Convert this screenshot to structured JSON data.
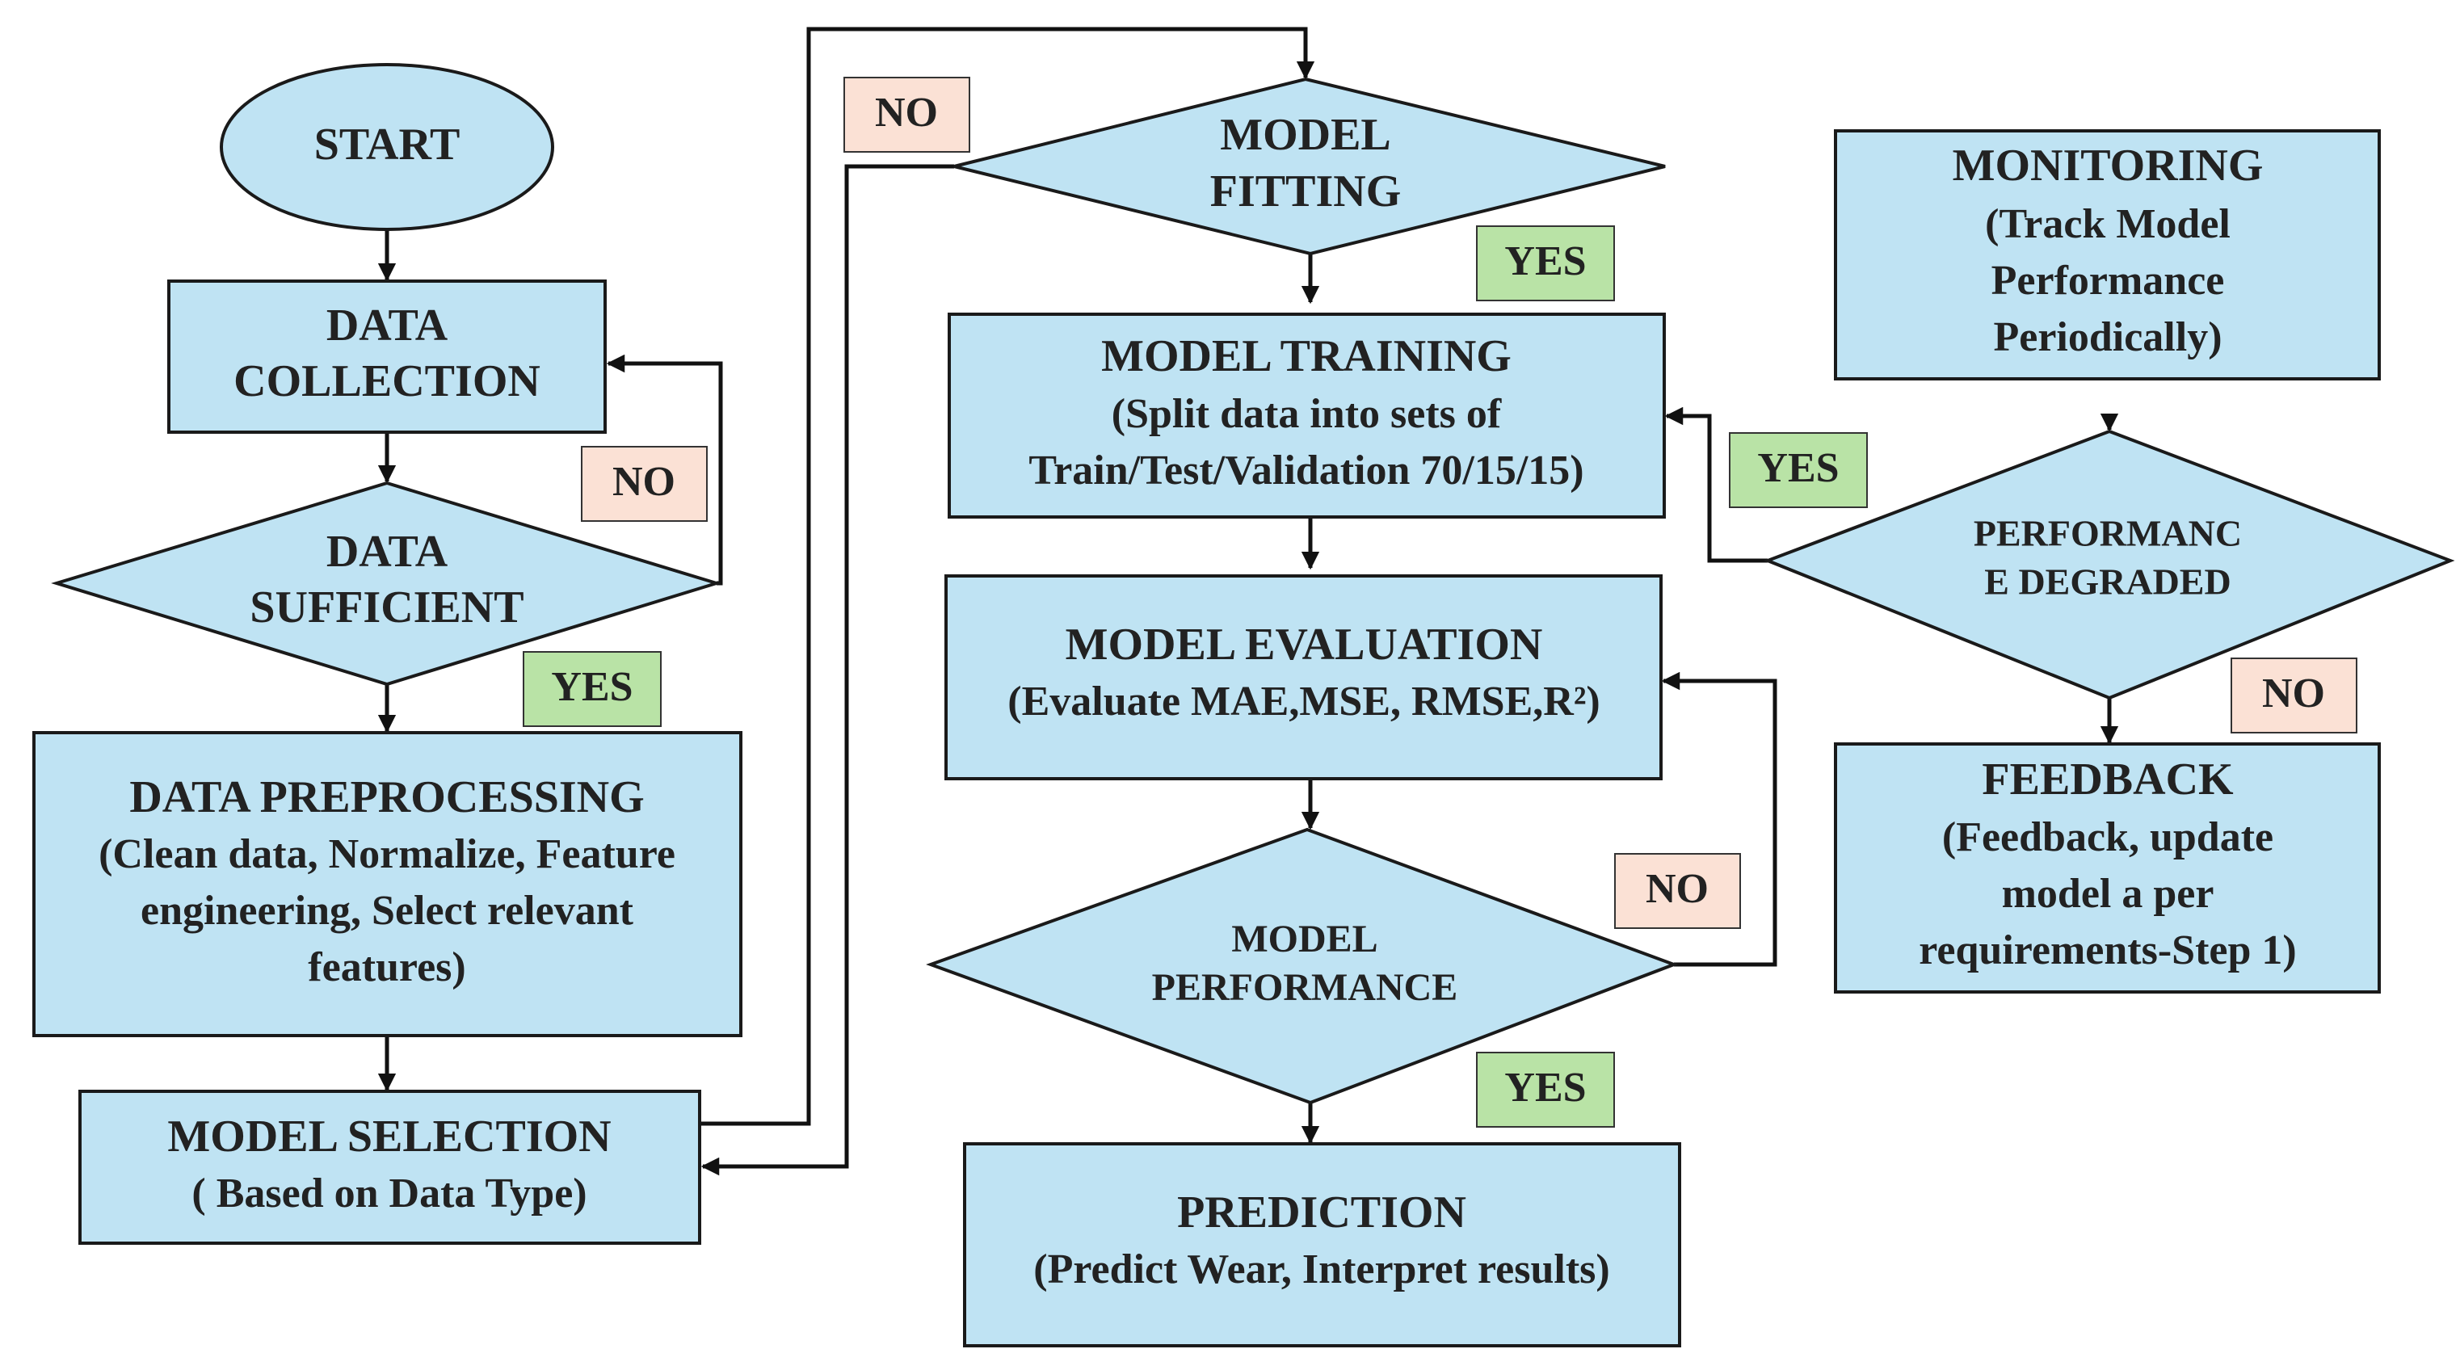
{
  "nodes": {
    "start": {
      "lines": [
        "START"
      ]
    },
    "data_collection": {
      "lines": [
        "DATA",
        "COLLECTION"
      ]
    },
    "data_sufficient": {
      "lines": [
        "DATA",
        "SUFFICIENT"
      ]
    },
    "data_preprocessing": {
      "lines": [
        "DATA PREPROCESSING",
        "(Clean data,  Normalize, Feature",
        "engineering, Select relevant",
        "features)"
      ]
    },
    "model_selection": {
      "lines": [
        "MODEL SELECTION",
        "( Based on Data Type)"
      ]
    },
    "model_fitting": {
      "lines": [
        "MODEL",
        "FITTING"
      ]
    },
    "model_training": {
      "lines": [
        "MODEL TRAINING",
        "(Split data into sets of",
        "Train/Test/Validation 70/15/15)"
      ]
    },
    "model_evaluation": {
      "lines": [
        "MODEL EVALUATION",
        "(Evaluate MAE,MSE, RMSE,R²)"
      ]
    },
    "model_performance": {
      "lines": [
        "MODEL",
        "PERFORMANCE"
      ]
    },
    "prediction": {
      "lines": [
        "PREDICTION",
        "(Predict Wear, Interpret results)"
      ]
    },
    "monitoring": {
      "lines": [
        "MONITORING",
        "(Track Model",
        "Performance",
        "Periodically)"
      ]
    },
    "performance_degraded": {
      "lines": [
        "PERFORMANC",
        "E  DEGRADED"
      ]
    },
    "feedback": {
      "lines": [
        "FEEDBACK",
        "(Feedback, update",
        "model a per",
        "requirements-Step 1)"
      ]
    }
  },
  "branch_labels": {
    "data_sufficient_no": "NO",
    "data_sufficient_yes": "YES",
    "model_fitting_no": "NO",
    "model_fitting_yes": "YES",
    "performance_degraded_yes": "YES",
    "performance_degraded_no": "NO",
    "model_performance_no": "NO",
    "model_performance_yes": "YES"
  },
  "colors": {
    "shape_fill": "#bfe3f3",
    "yes_fill": "#b9e3a6",
    "no_fill": "#fbe1d5",
    "line": "#111111"
  }
}
